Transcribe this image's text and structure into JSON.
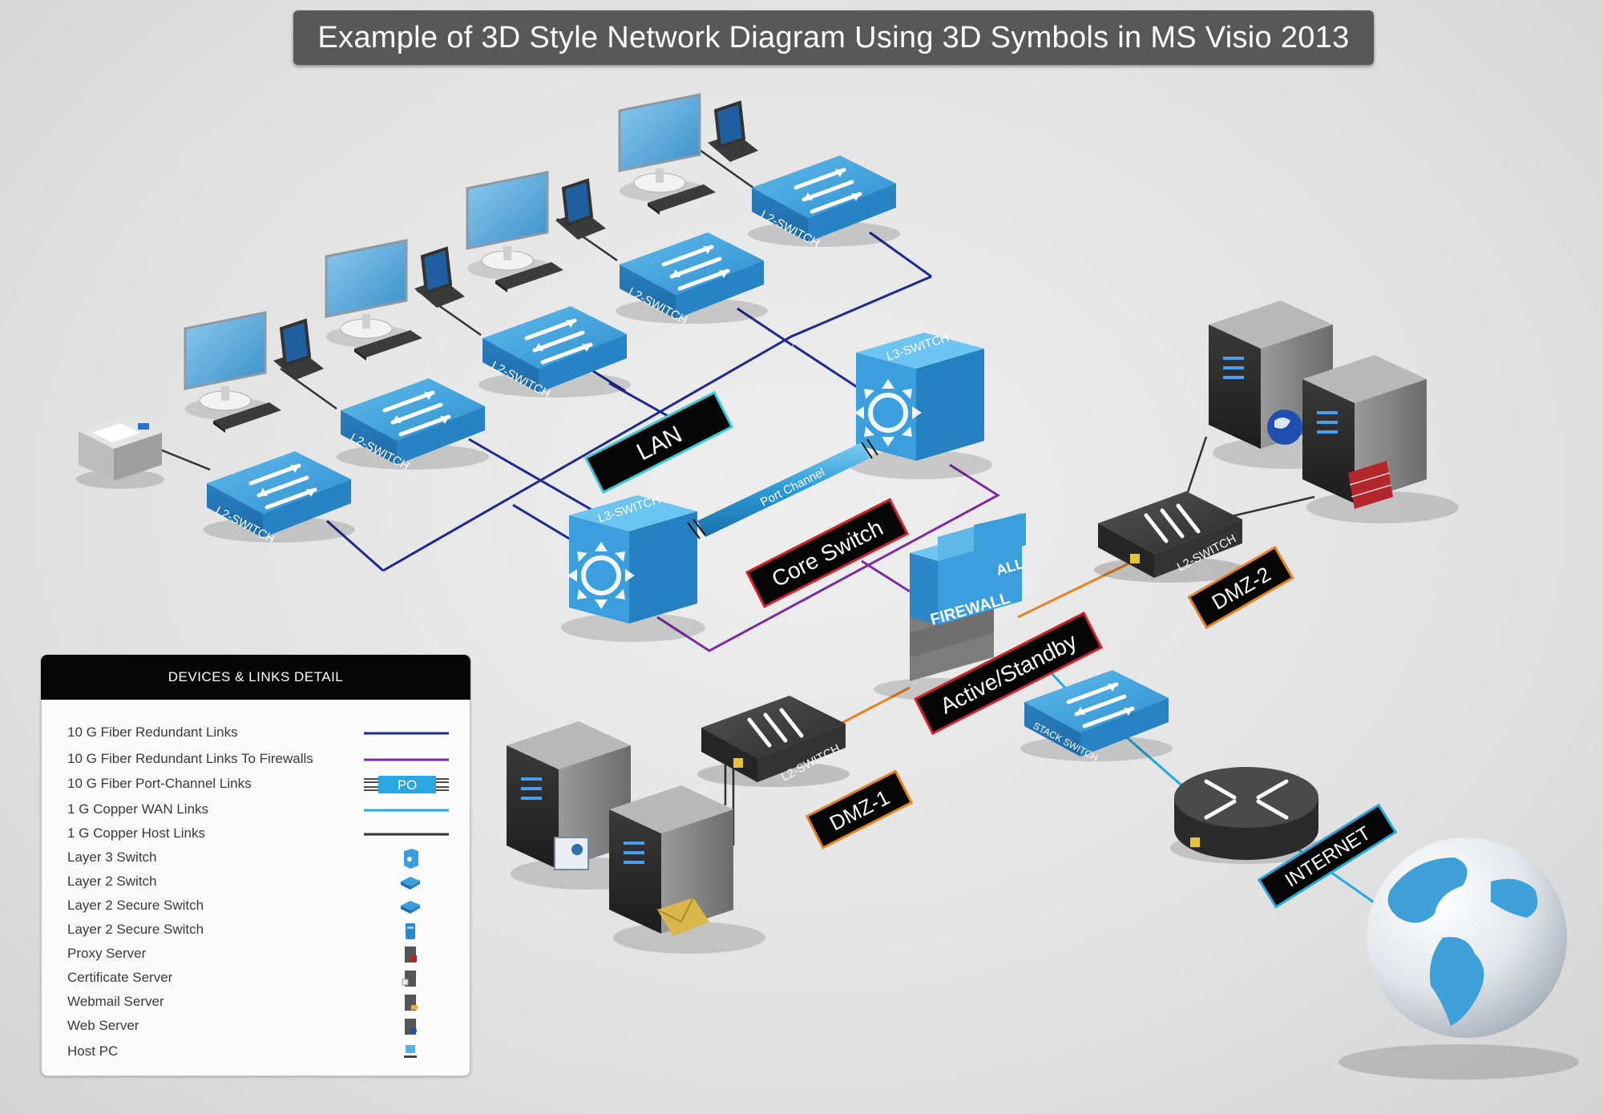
{
  "title": "Example of 3D Style Network Diagram Using 3D Symbols in MS Visio 2013",
  "labels": {
    "lan": "LAN",
    "core_switch": "Core Switch",
    "active_standby": "Active/Standby",
    "dmz1": "DMZ-1",
    "dmz2": "DMZ-2",
    "internet": "INTERNET",
    "port_channel": "Port Channel"
  },
  "device_text": {
    "l2_switch": "L2-SWITCH",
    "l3_switch": "L3-SWITCH",
    "stack_switch": "STACK SWITCH",
    "firewall": "FIREWALL",
    "firewall_suffix": "ALL"
  },
  "legend": {
    "header": "DEVICES & LINKS DETAIL",
    "po_badge": "PO",
    "items": [
      {
        "label": "10 G Fiber Redundant Links",
        "symbol": "line",
        "color": "#1f2a8c"
      },
      {
        "label": "10 G Fiber Redundant Links To Firewalls",
        "symbol": "line",
        "color": "#7a2e9c"
      },
      {
        "label": "10 G Fiber Port-Channel Links",
        "symbol": "po",
        "color": "#2aa6e0"
      },
      {
        "label": "1 G Copper WAN Links",
        "symbol": "line",
        "color": "#22a9dd"
      },
      {
        "label": "1 G Copper Host Links",
        "symbol": "line",
        "color": "#333333"
      },
      {
        "label": "Layer 3 Switch",
        "symbol": "l3-icon"
      },
      {
        "label": "Layer 2 Switch",
        "symbol": "l2-icon"
      },
      {
        "label": "Layer 2 Secure Switch",
        "symbol": "l2s-icon"
      },
      {
        "label": "Layer 2 Secure Switch",
        "symbol": "stack-icon"
      },
      {
        "label": "Proxy Server",
        "symbol": "proxy-icon"
      },
      {
        "label": "Certificate Server",
        "symbol": "cert-icon"
      },
      {
        "label": "Webmail Server",
        "symbol": "mail-icon"
      },
      {
        "label": "Web Server",
        "symbol": "web-icon"
      },
      {
        "label": "Host PC",
        "symbol": "pc-icon"
      }
    ]
  },
  "colors": {
    "switch_blue": "#3a9fdc",
    "switch_dark": "#3a3a3a",
    "fiber_link": "#1f2a8c",
    "firewall_link": "#7a2e9c",
    "dmz_link": "#e8821e",
    "wan_link": "#22a9dd",
    "host_link": "#333333",
    "tag_border_lan": "#39c8d8",
    "tag_border_red": "#d6202b",
    "tag_border_orange": "#e8821e",
    "tag_border_cyan": "#22a9dd"
  }
}
